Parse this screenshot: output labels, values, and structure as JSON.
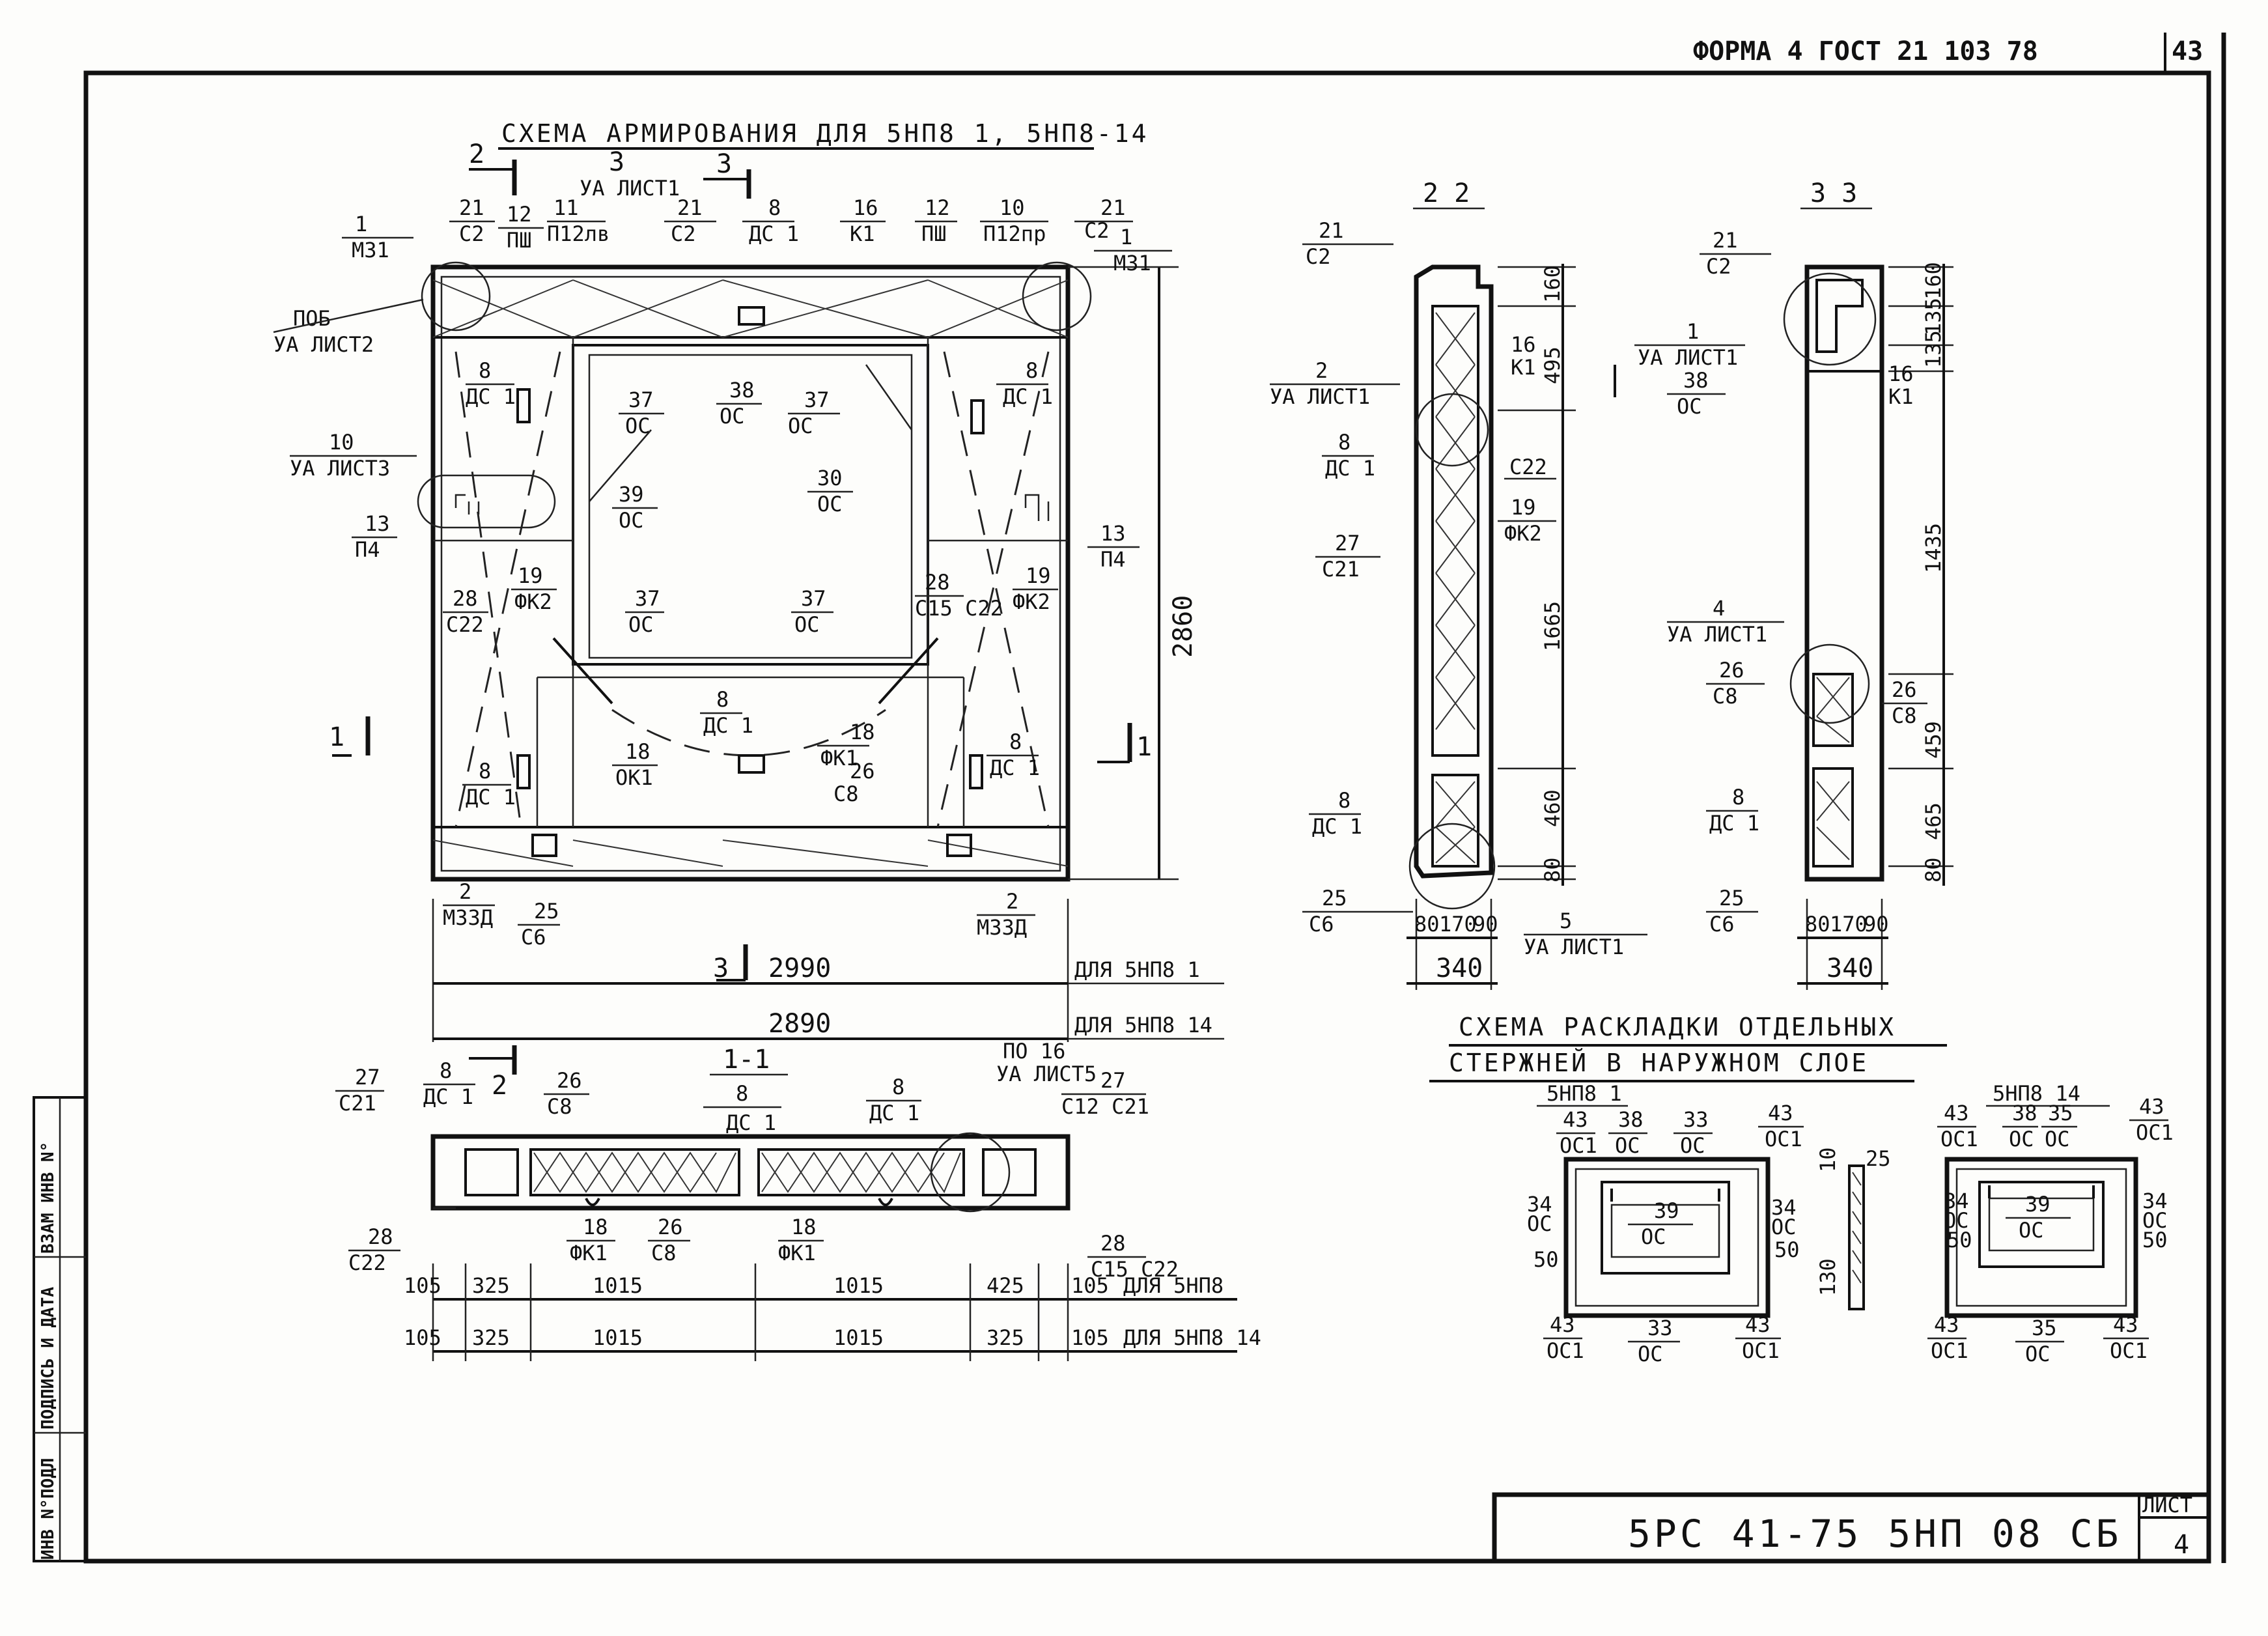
{
  "stamp": {
    "form": "ФОРМА 4 ГОСТ 21 103 78",
    "sheet_corner": "43"
  },
  "title_block": {
    "code": "5РС 41-75 5НП 08 СБ",
    "sheet_label": "ЛИСТ",
    "sheet_no": "4"
  },
  "side_strip": [
    "ИНВ N°ПОДЛ",
    "ПОДПИСЬ И ДАТА",
    "ВЗАМ ИНВ N°"
  ],
  "titles": {
    "scheme": "СХЕМА АРМИРОВАНИЯ ДЛЯ 5НП8 1, 5НП8-14",
    "layout1": "СХЕМА РАСКЛАДКИ ОТДЕЛЬНЫХ",
    "layout2": "СТЕРЖНЕЙ В НАРУЖНОМ СЛОЕ"
  },
  "elevation": {
    "dim_2990": "2990",
    "dim_2890": "2890",
    "dim_2860": "2860",
    "for_a": "ДЛЯ 5НП8 1",
    "for_b": "ДЛЯ 5НП8 14",
    "cut_2_top": "2",
    "cut_3_top": "3",
    "cut_3_top2": "3",
    "cut_1_left": "1",
    "cut_1_right": "1",
    "cut_3_bot": "3",
    "labels": [
      {
        "n": "1",
        "m": "М31"
      },
      {
        "n": "21",
        "m": "С2"
      },
      {
        "n": "12",
        "m": "ПШ"
      },
      {
        "n": "11",
        "m": "П12лв"
      },
      {
        "n": "3",
        "m": "УА ЛИСТ1"
      },
      {
        "n": "21",
        "m": "С2"
      },
      {
        "n": "8",
        "m": "ДС 1"
      },
      {
        "n": "16",
        "m": "К1"
      },
      {
        "n": "12",
        "m": "ПШ"
      },
      {
        "n": "10",
        "m": "П12пр"
      },
      {
        "n": "21",
        "m": "С2"
      },
      {
        "n": "1",
        "m": "М31"
      },
      {
        "n": "ПОБ",
        "m": "УА ЛИСТ2"
      },
      {
        "n": "8",
        "m": "ДС 1"
      },
      {
        "n": "37",
        "m": "ОС"
      },
      {
        "n": "38",
        "m": "ОС"
      },
      {
        "n": "37",
        "m": "ОС"
      },
      {
        "n": "8",
        "m": "ДС 1"
      },
      {
        "n": "10",
        "m": "УА ЛИСТ3"
      },
      {
        "n": "39",
        "m": "ОС"
      },
      {
        "n": "30",
        "m": "ОС"
      },
      {
        "n": "13",
        "m": "П4"
      },
      {
        "n": "13",
        "m": "П4"
      },
      {
        "n": "19",
        "m": "ФК2"
      },
      {
        "n": "28",
        "m": "С22"
      },
      {
        "n": "37",
        "m": "ОС"
      },
      {
        "n": "37",
        "m": "ОС"
      },
      {
        "n": "28",
        "m": "С15 С22"
      },
      {
        "n": "19",
        "m": "ФК2"
      },
      {
        "n": "8",
        "m": "ДС 1"
      },
      {
        "n": "18",
        "m": "ФК1"
      },
      {
        "n": "26",
        "m": "С8"
      },
      {
        "n": "8",
        "m": "ДС 1"
      },
      {
        "n": "18",
        "m": "ОК1"
      },
      {
        "n": "8",
        "m": "ДС 1"
      },
      {
        "n": "2",
        "m": "М33Д"
      },
      {
        "n": "25",
        "m": "С6"
      },
      {
        "n": "2",
        "m": "М33Д"
      }
    ]
  },
  "section11": {
    "title": "1-1",
    "cut2": "2",
    "labels": [
      {
        "n": "27",
        "m": "С21"
      },
      {
        "n": "8",
        "m": "ДС 1"
      },
      {
        "n": "26",
        "m": "С8"
      },
      {
        "n": "8",
        "m": "ДС 1"
      },
      {
        "n": "8",
        "m": "ДС 1"
      },
      {
        "n": "ПО 16",
        "m": "УА ЛИСТ5"
      },
      {
        "n": "27",
        "m": "С12 С21"
      },
      {
        "n": "28",
        "m": "С22"
      },
      {
        "n": "18",
        "m": "ФК1"
      },
      {
        "n": "26",
        "m": "С8"
      },
      {
        "n": "18",
        "m": "ФК1"
      },
      {
        "n": "28",
        "m": "С15 С22"
      }
    ],
    "row1": [
      "105",
      "325",
      "1015",
      "1015",
      "425",
      "105"
    ],
    "row1_for": "ДЛЯ 5НП8",
    "row2": [
      "105",
      "325",
      "1015",
      "1015",
      "325",
      "105"
    ],
    "row2_for": "ДЛЯ 5НП8 14"
  },
  "section22": {
    "title": "2 2",
    "dims": [
      "160",
      "495",
      "1665",
      "460",
      "80"
    ],
    "bottom": [
      "80",
      "170",
      "90"
    ],
    "total": "340",
    "labels": [
      {
        "n": "21",
        "m": "С2"
      },
      {
        "n": "16",
        "m": "К1"
      },
      {
        "n": "2",
        "m": "УА ЛИСТ1"
      },
      {
        "n": "8",
        "m": "ДС 1"
      },
      {
        "n": "",
        "m": "С22"
      },
      {
        "n": "19",
        "m": "ФК2"
      },
      {
        "n": "27",
        "m": "С21"
      },
      {
        "n": "8",
        "m": "ДС 1"
      },
      {
        "n": "25",
        "m": "С6"
      },
      {
        "n": "5",
        "m": "УА ЛИСТ1"
      }
    ]
  },
  "section33": {
    "title": "3 3",
    "dims": [
      "160",
      "135",
      "135",
      "1435",
      "459",
      "465",
      "80"
    ],
    "bottom": [
      "80",
      "170",
      "90"
    ],
    "total": "340",
    "labels": [
      {
        "n": "21",
        "m": "С2"
      },
      {
        "n": "1",
        "m": "УА ЛИСТ1"
      },
      {
        "n": "38",
        "m": "ОС"
      },
      {
        "n": "16",
        "m": "К1"
      },
      {
        "n": "4",
        "m": "УА ЛИСТ1"
      },
      {
        "n": "26",
        "m": "С8"
      },
      {
        "n": "26",
        "m": "С8"
      },
      {
        "n": "8",
        "m": "ДС 1"
      },
      {
        "n": "25",
        "m": "С6"
      }
    ]
  },
  "layout_a": {
    "name": "5НП8 1",
    "labels": [
      {
        "n": "43",
        "m": "ОС1"
      },
      {
        "n": "38",
        "m": "ОС"
      },
      {
        "n": "33",
        "m": "ОС"
      },
      {
        "n": "43",
        "m": "ОС1"
      },
      {
        "n": "34",
        "m": "ОС"
      },
      {
        "n": "39",
        "m": "ОС"
      },
      {
        "n": "34",
        "m": "ОС"
      },
      {
        "n": "43",
        "m": "ОС1"
      },
      {
        "n": "33",
        "m": "ОС"
      },
      {
        "n": "43",
        "m": "ОС1"
      }
    ],
    "d50a": "50",
    "d50b": "50",
    "d25": "25",
    "d10": "10",
    "d130": "130"
  },
  "layout_b": {
    "name": "5НП8 14",
    "labels": [
      {
        "n": "43",
        "m": "ОС1"
      },
      {
        "n": "38",
        "m": "ОС"
      },
      {
        "n": "35",
        "m": "ОС"
      },
      {
        "n": "43",
        "m": "ОС1"
      },
      {
        "n": "34",
        "m": "ОС"
      },
      {
        "n": "39",
        "m": "ОС"
      },
      {
        "n": "34",
        "m": "ОС"
      },
      {
        "n": "43",
        "m": "ОС1"
      },
      {
        "n": "35",
        "m": "ОС"
      },
      {
        "n": "43",
        "m": "ОС1"
      }
    ],
    "d50a": "50",
    "d50b": "50"
  }
}
